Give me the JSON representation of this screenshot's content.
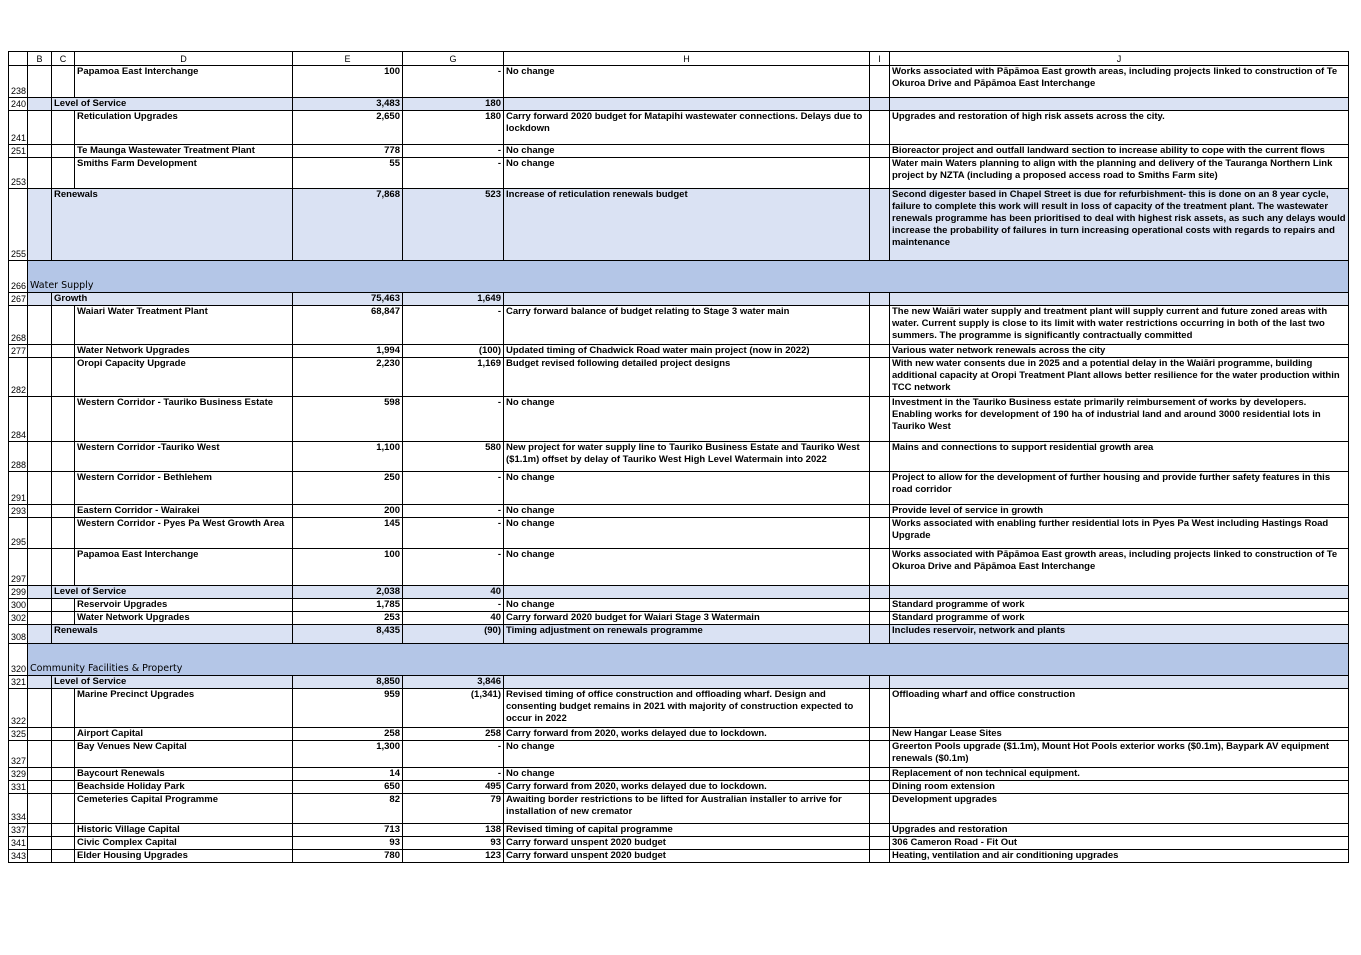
{
  "columns": [
    "",
    "B",
    "C",
    "D",
    "E",
    "G",
    "H",
    "I",
    "J"
  ],
  "rows": [
    {
      "row": "238",
      "kind": "item",
      "d": "Papamoa East Interchange",
      "e": "100",
      "g": "-",
      "h": "No change",
      "j": "Works associated with Pāpāmoa East growth areas, including projects linked to construction of Te Okuroa Drive and Pāpāmoa East Interchange"
    },
    {
      "row": "240",
      "kind": "level",
      "c": "Level of Service",
      "e": "3,483",
      "g": "180",
      "h": "",
      "j": ""
    },
    {
      "row": "241",
      "kind": "item",
      "d": "Reticulation Upgrades",
      "e": "2,650",
      "g": "180",
      "h": "Carry forward 2020 budget for Matapihi wastewater connections.  Delays due to lockdown",
      "j": "Upgrades and restoration of high risk assets across the city."
    },
    {
      "row": "251",
      "kind": "item",
      "d": "Te Maunga Wastewater Treatment Plant",
      "e": "778",
      "g": "-",
      "h": "No change",
      "j": "Bioreactor project and outfall landward section to increase ability to cope with the current flows"
    },
    {
      "row": "253",
      "kind": "item",
      "d": "Smiths Farm Development",
      "e": "55",
      "g": "-",
      "h": "No change",
      "j": "Water main  Waters planning to align with the planning and delivery of the Tauranga Northern Link project by NZTA (including a proposed access road to Smiths Farm site)"
    },
    {
      "row": "255",
      "kind": "level",
      "c": "Renewals",
      "e": "7,868",
      "g": "523",
      "h": "Increase of reticulation renewals budget",
      "j": "Second digester based in Chapel Street is due for refurbishment- this is done on an 8 year cycle, failure to complete this work will result in loss of capacity of the treatment plant. The wastewater renewals programme has been prioritised to deal with highest risk assets, as such any delays would increase the probability of failures in turn increasing operational costs with regards to repairs and maintenance"
    },
    {
      "row": "266",
      "kind": "section",
      "b": "Water Supply"
    },
    {
      "row": "267",
      "kind": "level",
      "c": "Growth",
      "e": "75,463",
      "g": "1,649",
      "h": "",
      "j": ""
    },
    {
      "row": "268",
      "kind": "item",
      "d": "Waiari Water Treatment Plant",
      "e": "68,847",
      "g": "-",
      "h": "Carry forward balance of budget relating to Stage 3 water main",
      "j": "The new Waiāri water supply and treatment plant will supply current and future zoned areas with water. Current supply is close to its limit with water restrictions occurring in both of the last two summers. The programme is significantly contractually committed"
    },
    {
      "row": "277",
      "kind": "item",
      "d": "Water Network Upgrades",
      "e": "1,994",
      "g": "(100)",
      "h": "Updated timing of Chadwick Road water main project (now in 2022)",
      "j": "Various water network renewals across the city"
    },
    {
      "row": "282",
      "kind": "item",
      "d": "Oropi Capacity Upgrade",
      "e": "2,230",
      "g": "1,169",
      "h": "Budget revised following detailed project designs",
      "j": "With new water consents due in 2025 and a potential delay in the Waiāri programme, building additional capacity at Oropi Treatment Plant allows better resilience for the water production within TCC network"
    },
    {
      "row": "284",
      "kind": "item",
      "d": "Western Corridor - Tauriko Business Estate",
      "e": "598",
      "g": "-",
      "h": "No change",
      "j": "Investment in the Tauriko Business estate primarily reimbursement of works by developers. Enabling works for development of 190 ha of industrial land and around 3000 residential lots in Tauriko West"
    },
    {
      "row": "288",
      "kind": "item",
      "d": "Western Corridor -Tauriko West",
      "e": "1,100",
      "g": "580",
      "h": "New project for water supply line to Tauriko Business Estate and Tauriko West ($1.1m) offset by delay of Tauriko West High Level Watermain into 2022",
      "j": "Mains and connections to support residential growth area"
    },
    {
      "row": "291",
      "kind": "item",
      "d": "Western Corridor - Bethlehem",
      "e": "250",
      "g": "-",
      "h": "No change",
      "j": "Project to allow for the development of further housing and provide further safety features in this road corridor"
    },
    {
      "row": "293",
      "kind": "item",
      "d": "Eastern Corridor - Wairakei",
      "e": "200",
      "g": "-",
      "h": "No change",
      "j": "Provide level of service in growth"
    },
    {
      "row": "295",
      "kind": "item",
      "d": "Western Corridor - Pyes Pa West Growth Area",
      "e": "145",
      "g": "-",
      "h": "No change",
      "j": "Works associated with enabling further residential lots in Pyes Pa West including Hastings Road Upgrade"
    },
    {
      "row": "297",
      "kind": "item",
      "d": "Papamoa East Interchange",
      "e": "100",
      "g": "-",
      "h": "No change",
      "j": "Works associated with Pāpāmoa East growth areas, including projects linked to construction of Te Okuroa Drive and Pāpāmoa East Interchange"
    },
    {
      "row": "299",
      "kind": "level",
      "c": "Level of Service",
      "e": "2,038",
      "g": "40",
      "h": "",
      "j": ""
    },
    {
      "row": "300",
      "kind": "item",
      "d": "Reservoir Upgrades",
      "e": "1,785",
      "g": "-",
      "h": "No change",
      "j": "Standard programme of work"
    },
    {
      "row": "302",
      "kind": "item",
      "d": "Water Network Upgrades",
      "e": "253",
      "g": "40",
      "h": "Carry forward 2020 budget for Waiari Stage 3 Watermain",
      "j": "Standard programme of work"
    },
    {
      "row": "308",
      "kind": "level",
      "c": "Renewals",
      "e": "8,435",
      "g": "(90)",
      "h": "Timing adjustment on renewals programme",
      "j": "Includes reservoir, network and plants"
    },
    {
      "row": "320",
      "kind": "section",
      "b": "Community Facilities & Property"
    },
    {
      "row": "321",
      "kind": "level",
      "c": "Level of Service",
      "e": "8,850",
      "g": "3,846",
      "h": "",
      "j": ""
    },
    {
      "row": "322",
      "kind": "item",
      "d": "Marine Precinct Upgrades",
      "e": "959",
      "g": "(1,341)",
      "h": "Revised timing of office construction and offloading wharf.  Design and consenting budget remains in 2021 with majority of construction expected to occur in 2022",
      "j": "Offloading wharf and office construction"
    },
    {
      "row": "325",
      "kind": "item",
      "d": "Airport Capital",
      "e": "258",
      "g": "258",
      "h": "Carry forward from 2020, works delayed due to lockdown.",
      "j": "New Hangar Lease Sites"
    },
    {
      "row": "327",
      "kind": "item",
      "d": "Bay Venues New Capital",
      "e": "1,300",
      "g": "-",
      "h": "No change",
      "j": "Greerton Pools upgrade ($1.1m), Mount Hot Pools exterior works ($0.1m), Baypark AV equipment renewals ($0.1m)"
    },
    {
      "row": "329",
      "kind": "item",
      "d": "Baycourt Renewals",
      "e": "14",
      "g": "-",
      "h": "No change",
      "j": "Replacement of non technical equipment."
    },
    {
      "row": "331",
      "kind": "item",
      "d": "Beachside Holiday Park",
      "e": "650",
      "g": "495",
      "h": "Carry forward from 2020, works delayed due to lockdown.",
      "j": "Dining room extension"
    },
    {
      "row": "334",
      "kind": "item",
      "d": "Cemeteries Capital Programme",
      "e": "82",
      "g": "79",
      "h": "Awaiting border restrictions to be lifted for Australian installer to arrive for installation of new cremator",
      "j": "Development upgrades"
    },
    {
      "row": "337",
      "kind": "item",
      "d": "Historic Village Capital",
      "e": "713",
      "g": "138",
      "h": "Revised timing of capital programme",
      "j": "Upgrades and restoration"
    },
    {
      "row": "341",
      "kind": "item",
      "d": "Civic Complex Capital",
      "e": "93",
      "g": "93",
      "h": "Carry forward unspent 2020 budget",
      "j": "306 Cameron Road - Fit Out"
    },
    {
      "row": "343",
      "kind": "item",
      "d": "Elder Housing Upgrades",
      "e": "780",
      "g": "123",
      "h": "Carry forward unspent 2020 budget",
      "j": "Heating, ventilation and air conditioning upgrades"
    }
  ]
}
